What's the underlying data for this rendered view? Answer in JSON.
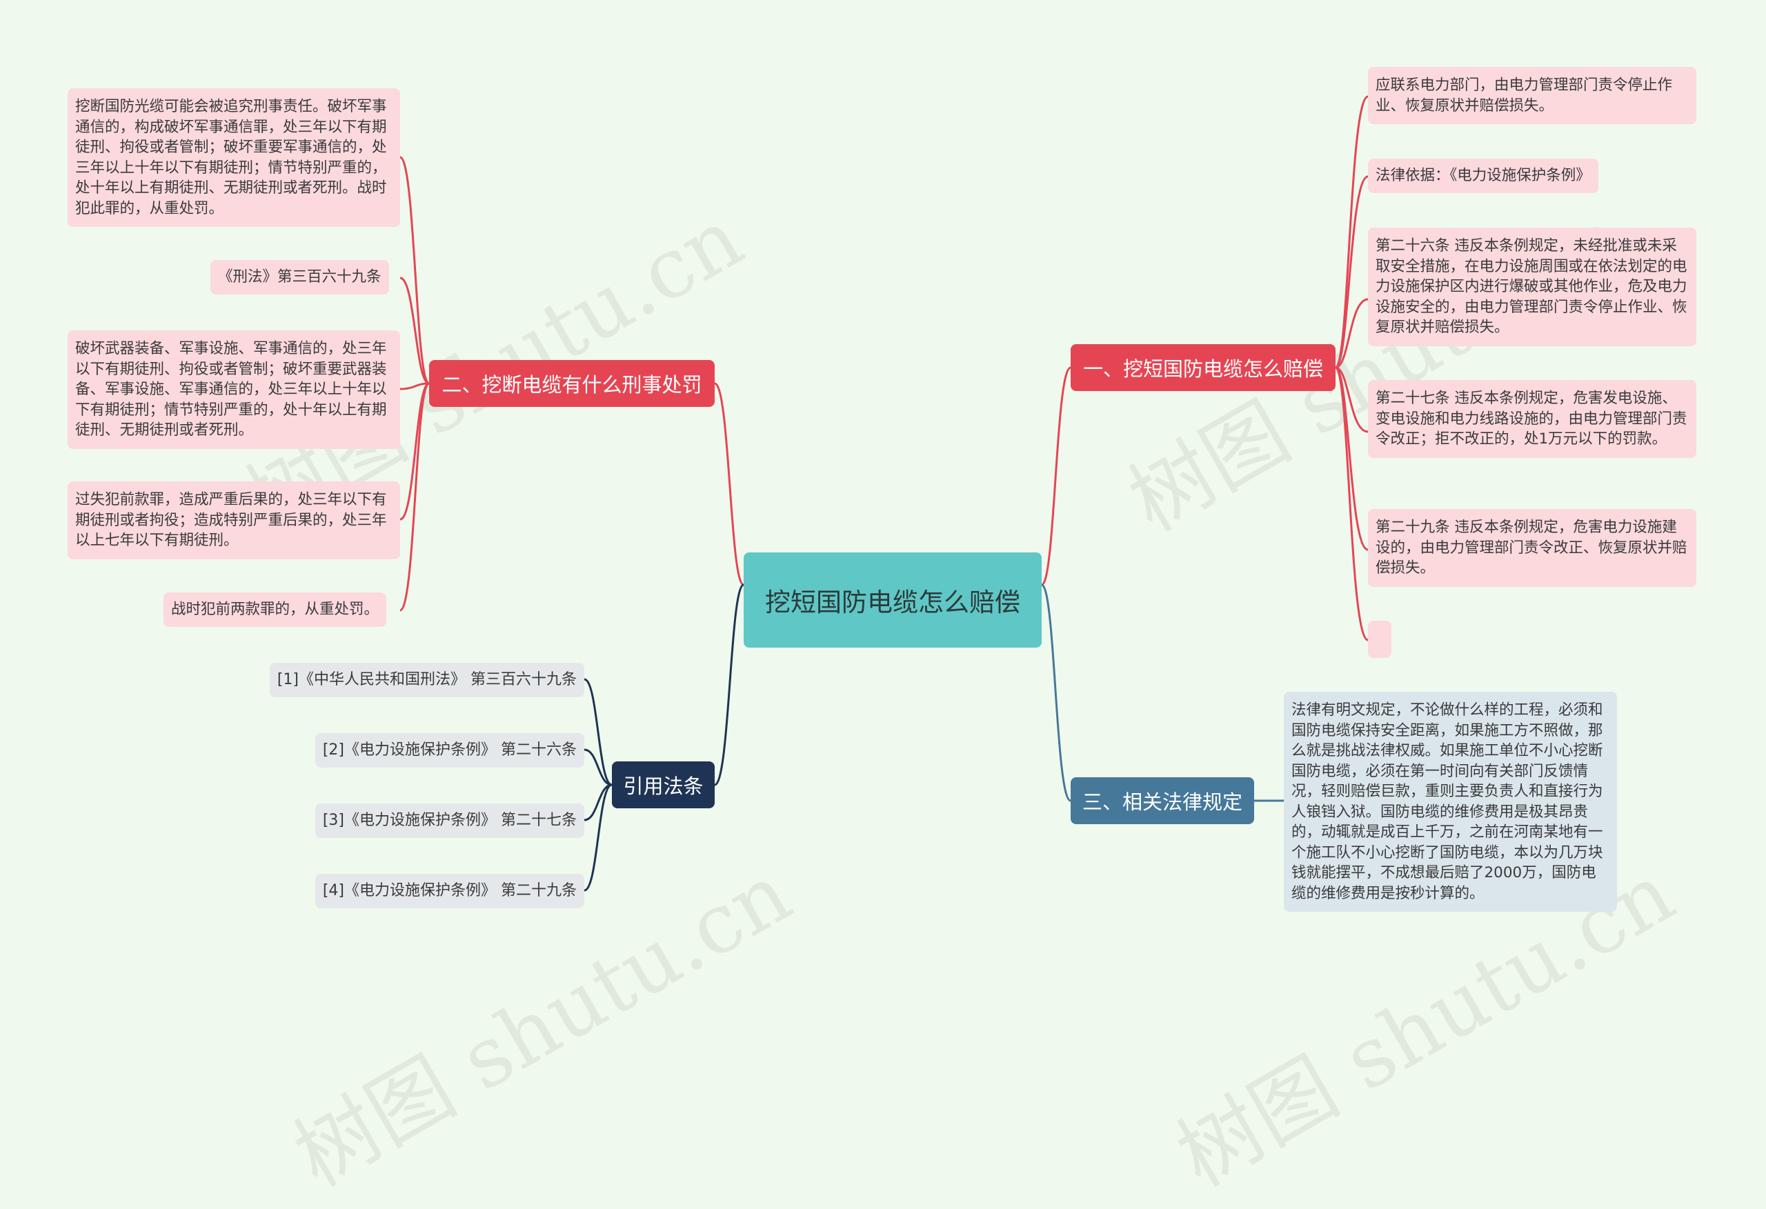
{
  "root": {
    "label": "挖短国防电缆怎么赔偿"
  },
  "branches": {
    "b1": {
      "label": "一、挖短国防电缆怎么赔偿",
      "items": [
        "应联系电力部门，由电力管理部门责令停止作业、恢复原状并赔偿损失。",
        "法律依据：《电力设施保护条例》",
        "第二十六条 违反本条例规定，未经批准或未采取安全措施，在电力设施周围或在依法划定的电力设施保护区内进行爆破或其他作业，危及电力设施安全的，由电力管理部门责令停止作业、恢复原状并赔偿损失。",
        "第二十七条 违反本条例规定，危害发电设施、变电设施和电力线路设施的，由电力管理部门责令改正；拒不改正的，处1万元以下的罚款。",
        "第二十九条 违反本条例规定，危害电力设施建设的，由电力管理部门责令改正、恢复原状并赔偿损失。",
        ""
      ]
    },
    "b2": {
      "label": "二、挖断电缆有什么刑事处罚",
      "items": [
        "挖断国防光缆可能会被追究刑事责任。破坏军事通信的，构成破坏军事通信罪，处三年以下有期徒刑、拘役或者管制；破坏重要军事通信的，处三年以上十年以下有期徒刑；情节特别严重的，处十年以上有期徒刑、无期徒刑或者死刑。战时犯此罪的，从重处罚。",
        "《刑法》第三百六十九条",
        "破坏武器装备、军事设施、军事通信的，处三年以下有期徒刑、拘役或者管制；破坏重要武器装备、军事设施、军事通信的，处三年以上十年以下有期徒刑；情节特别严重的，处十年以上有期徒刑、无期徒刑或者死刑。",
        "过失犯前款罪，造成严重后果的，处三年以下有期徒刑或者拘役；造成特别严重后果的，处三年以上七年以下有期徒刑。",
        "战时犯前两款罪的，从重处罚。"
      ]
    },
    "b3": {
      "label": "三、相关法律规定",
      "items": [
        "法律有明文规定，不论做什么样的工程，必须和国防电缆保持安全距离，如果施工方不照做，那么就是挑战法律权威。如果施工单位不小心挖断国防电缆，必须在第一时间向有关部门反馈情况，轻则赔偿巨款，重则主要负责人和直接行为人锒铛入狱。国防电缆的维修费用是极其昂贵的，动辄就是成百上千万，之前在河南某地有一个施工队不小心挖断了国防电缆，本以为几万块钱就能摆平，不成想最后赔了2000万，国防电缆的维修费用是按秒计算的。"
      ]
    },
    "b4": {
      "label": "引用法条",
      "items": [
        "[1]《中华人民共和国刑法》 第三百六十九条",
        "[2]《电力设施保护条例》 第二十六条",
        "[3]《电力设施保护条例》 第二十七条",
        "[4]《电力设施保护条例》 第二十九条"
      ]
    }
  },
  "watermark": "树图 shutu.cn",
  "colors": {
    "background": "#f0f9ee",
    "root": "#5fc7c6",
    "red_branch": "#e54553",
    "navy_branch": "#1f3454",
    "steel_branch": "#46789a",
    "pink_leaf": "#fbd9dd",
    "gray_leaf": "#e5e8ea",
    "blue_leaf": "#dbe5ec"
  }
}
